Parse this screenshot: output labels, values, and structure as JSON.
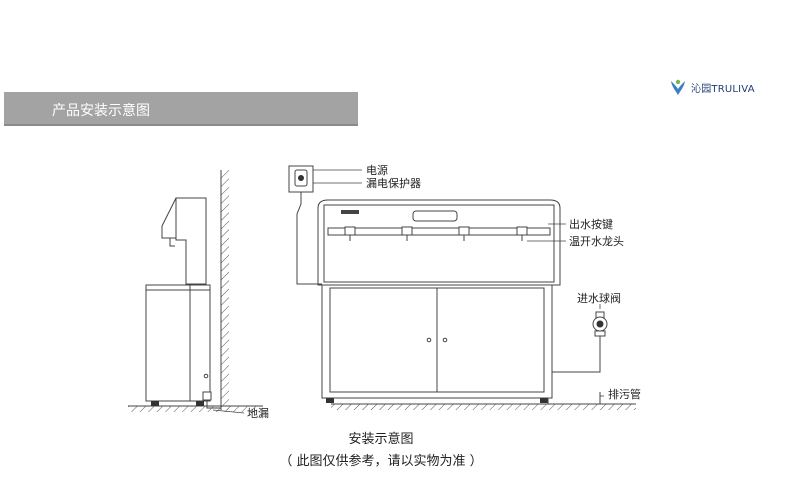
{
  "brand": {
    "name": "沁园TRULIVA",
    "color": "#1f3f73"
  },
  "header": {
    "title": "产品安装示意图",
    "bar_color": "#a3a3a3"
  },
  "labels": {
    "power": "电源",
    "leakage_protector": "漏电保护器",
    "water_button": "出水按键",
    "faucet": "温开水龙头",
    "inlet_valve": "进水球阀",
    "drain_pipe": "排污管",
    "floor_drain": "地漏"
  },
  "caption": {
    "title": "安装示意图",
    "note": "（ 此图仅供参考，请以实物为准 ）"
  }
}
